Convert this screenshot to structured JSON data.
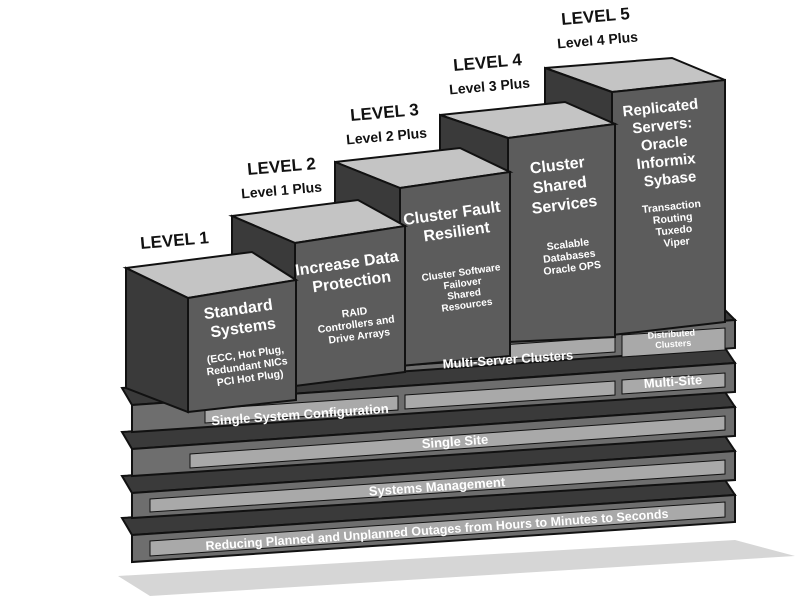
{
  "levels": [
    {
      "heading": "LEVEL 1",
      "subheading": "",
      "title": [
        "Standard",
        "Systems"
      ],
      "details": [
        "(ECC, Hot Plug,",
        "Redundant NICs",
        "PCI Hot Plug)"
      ]
    },
    {
      "heading": "LEVEL 2",
      "subheading": "Level 1 Plus",
      "title": [
        "Increase Data",
        "Protection"
      ],
      "details": [
        "RAID",
        "Controllers and",
        "Drive Arrays"
      ]
    },
    {
      "heading": "LEVEL 3",
      "subheading": "Level 2 Plus",
      "title": [
        "Cluster Fault",
        "Resilient"
      ],
      "details": [
        "Cluster Software",
        "Failover",
        "Shared",
        "Resources"
      ]
    },
    {
      "heading": "LEVEL 4",
      "subheading": "Level 3 Plus",
      "title": [
        "Cluster",
        "Shared",
        "Services"
      ],
      "details": [
        "Scalable",
        "Databases",
        "Oracle OPS"
      ]
    },
    {
      "heading": "LEVEL 5",
      "subheading": "Level 4 Plus",
      "title": [
        "Replicated",
        "Servers:",
        "Oracle",
        "Informix",
        "Sybase"
      ],
      "details": [
        "Transaction",
        "Routing",
        "Tuxedo",
        "Viper"
      ]
    }
  ],
  "tiers": {
    "single_system_configuration": "Single System Configuration",
    "multi_server_clusters": "Multi-Server Clusters",
    "distributed_clusters": [
      "Distributed",
      "Clusters"
    ],
    "multi_site": "Multi-Site",
    "single_site": "Single Site",
    "systems_management": "Systems Management",
    "outages": "Reducing Planned and Unplanned Outages from Hours to Minutes to Seconds"
  },
  "colors": {
    "box_front": "#5c5c5c",
    "box_side": "#3a3a3a",
    "box_top": "#c4c4c4",
    "band_front": "#6e6e6e",
    "label_strip": "#a9a9a9",
    "edge": "#111111",
    "shadow": "#d6d6d6"
  }
}
